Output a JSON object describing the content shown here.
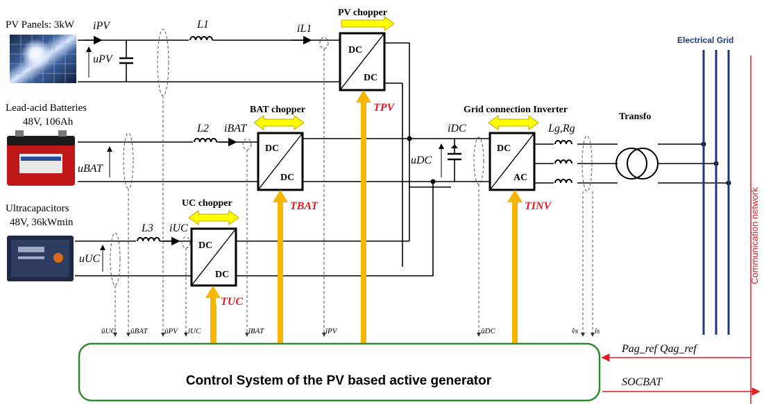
{
  "sources": {
    "pv_title": "PV Panels: 3kW",
    "battery_title_1": "Lead-acid Batteries",
    "battery_title_2": "48V, 106Ah",
    "uc_title_1": "Ultracapacitors",
    "uc_title_2": "48V, 36kWmin"
  },
  "converters": {
    "pv_chopper": "PV  chopper",
    "bat_chopper": "BAT chopper",
    "uc_chopper": "UC  chopper",
    "inverter": "Grid connection Inverter",
    "dc": "DC",
    "ac": "AC",
    "transfo": "Transfo"
  },
  "components": {
    "L1": "L1",
    "L2": "L2",
    "L3": "L3",
    "Lg_Rg": "Lg,Rg"
  },
  "variables": {
    "i_pv": "iPV",
    "u_pv": "uPV",
    "i_l1": "iL1",
    "i_bat": "iBAT",
    "u_bat": "uBAT",
    "i_uc": "iUC",
    "u_uc": "uUC",
    "i_dc": "iDC",
    "u_dc": "uDC"
  },
  "control_signals": {
    "t_pv": "TPV",
    "t_bat": "TBAT",
    "t_uc": "TUC",
    "t_inv": "TINV"
  },
  "measurements": [
    "ûUC",
    "ûBAT",
    "ûPV",
    "îUC",
    "îBAT",
    "îPV",
    "ûDC",
    "v̂s",
    "îs"
  ],
  "grid": {
    "title": "Electrical Grid",
    "communication": "Communication network",
    "p_q_ref": "Pag_ref  Qag_ref",
    "soc": "SOCBAT"
  },
  "control_system": {
    "label": "Control System of the PV based active generator"
  },
  "colors": {
    "control_arrow": "#f7b500",
    "power_arrow": "#ffff00",
    "control_box_border": "#2e8b2e",
    "grid_lines": "#1f3a7a",
    "communication": "#e31b23"
  }
}
